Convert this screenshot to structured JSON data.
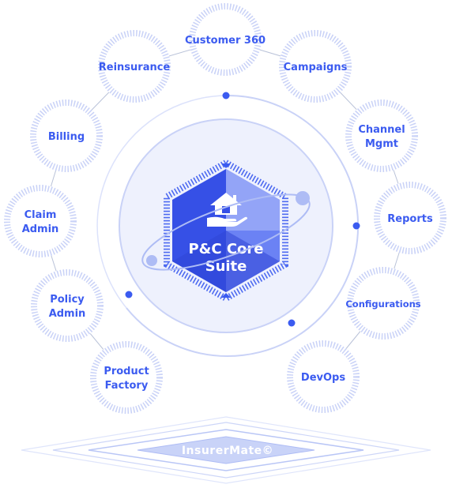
{
  "core": {
    "line1": "P&C Core",
    "line2": "Suite",
    "icon": "house-in-hand-icon"
  },
  "brand": {
    "label": "InsurerMate©"
  },
  "modules": [
    {
      "id": "customer-360",
      "lines": [
        "Customer 360"
      ]
    },
    {
      "id": "campaigns",
      "lines": [
        "Campaigns"
      ]
    },
    {
      "id": "channel-mgmt",
      "lines": [
        "Channel",
        "Mgmt"
      ]
    },
    {
      "id": "reports",
      "lines": [
        "Reports"
      ]
    },
    {
      "id": "configurations",
      "lines": [
        "Configurations"
      ]
    },
    {
      "id": "devops",
      "lines": [
        "DevOps"
      ]
    },
    {
      "id": "product-factory",
      "lines": [
        "Product",
        "Factory"
      ]
    },
    {
      "id": "policy-admin",
      "lines": [
        "Policy",
        "Admin"
      ]
    },
    {
      "id": "claim-admin",
      "lines": [
        "Claim",
        "Admin"
      ]
    },
    {
      "id": "billing",
      "lines": [
        "Billing"
      ]
    },
    {
      "id": "reinsurance",
      "lines": [
        "Reinsurance"
      ]
    }
  ],
  "colors": {
    "primary": "#3b5bf0",
    "light": "#c9d2f7",
    "hex_dark": "#3650e6",
    "hex_mid": "#6b82f4",
    "hex_light": "#93a4f7",
    "glow": "#e6ebfc",
    "orbit": "#aebcf5"
  }
}
